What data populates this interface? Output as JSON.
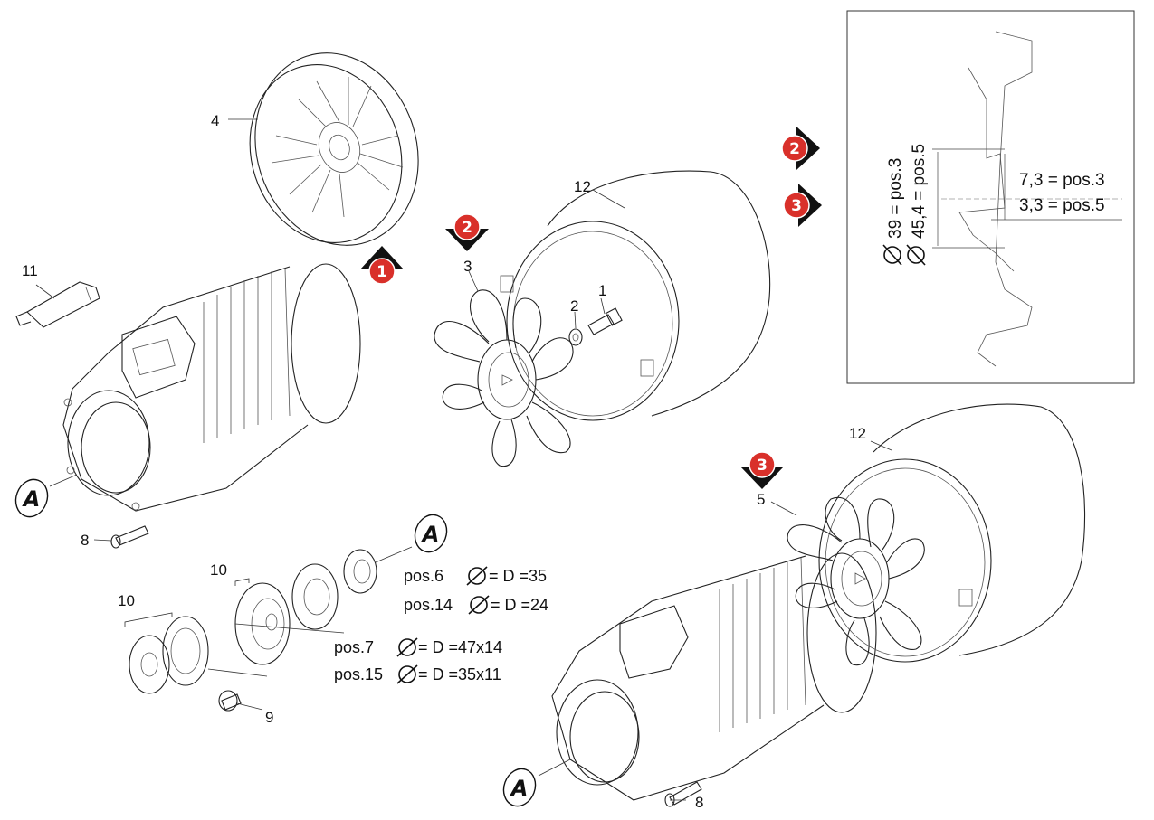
{
  "labels": {
    "p1": "1",
    "p2": "2",
    "p3": "3",
    "p4": "4",
    "p5": "5",
    "p8a": "8",
    "p8b": "8",
    "p9": "9",
    "p10a": "10",
    "p10b": "10",
    "p11": "11",
    "p12a": "12",
    "p12b": "12"
  },
  "markers": {
    "m1": "1",
    "m2a": "2",
    "m2b": "2",
    "m3a": "3",
    "m3b": "3",
    "accent_color": "#d9302a"
  },
  "detail_letter": {
    "a1": "A",
    "a2": "A",
    "a3": "A"
  },
  "bearing_specs": [
    {
      "pos": "pos.6",
      "value": "= D =35"
    },
    {
      "pos": "pos.14",
      "value": "= D =24"
    },
    {
      "pos": "pos.7",
      "value": "= D =47x14"
    },
    {
      "pos": "pos.15",
      "value": "= D =35x11"
    }
  ],
  "inset": {
    "dia_3": "39 = pos.3",
    "dia_5": "45,4 = pos.5",
    "offset_3": "7,3 = pos.3",
    "offset_5": "3,3 = pos.5"
  }
}
